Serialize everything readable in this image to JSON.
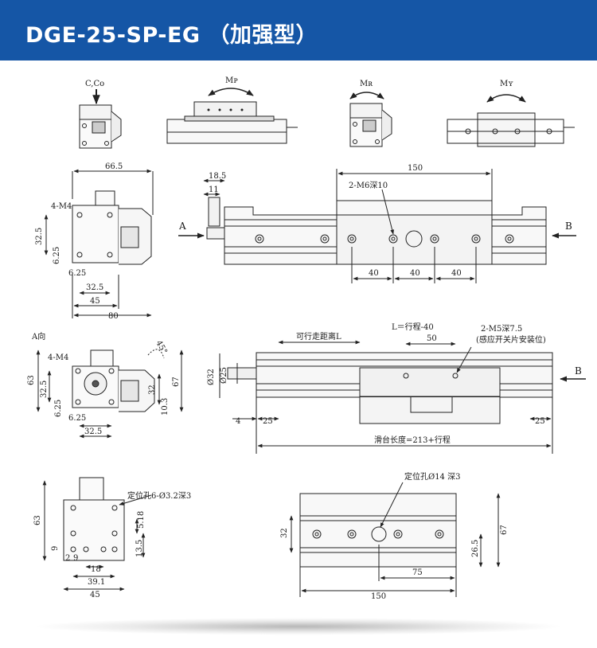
{
  "header": {
    "title": "DGE-25-SP-EG （加强型）",
    "bg_color": "#1556a6"
  },
  "icons": {
    "load_c": "C,Co",
    "mp": "Mᴘ",
    "mr": "Mʀ",
    "my": "Mʏ"
  },
  "front_view": {
    "w_66_5": "66.5",
    "hole_m4": "4-M4",
    "h_32_5": "32.5",
    "h_6_25": "6.25",
    "w_6_25": "6.25",
    "w_32_5": "32.5",
    "w_45": "45",
    "w_80": "80"
  },
  "top_view": {
    "w_18_5": "18.5",
    "w_11": "11",
    "w_150": "150",
    "holes": "2-M6深10",
    "arrow_a": "A",
    "arrow_b": "B",
    "pitch_1": "40",
    "pitch_2": "40",
    "pitch_3": "40"
  },
  "a_view": {
    "title": "A向",
    "angle": "45°",
    "hole_m4": "4-M4",
    "h_63": "63",
    "h_32_5": "32.5",
    "h_6_25": "6.25",
    "w_6_25": "6.25",
    "w_32_5": "32.5",
    "rail_32": "32",
    "rail_67": "67",
    "rail_10_3": "10.3"
  },
  "side_view": {
    "label_travel": "可行走距离L",
    "label_stroke": "L＝行程-40",
    "w_50": "50",
    "holes_m5": "2-M5深7.5",
    "holes_note": "(感应开关片安装位)",
    "dia_32": "Ø32",
    "dia_25": "Ø25",
    "arrow_b": "B",
    "w_4": "4",
    "w_25_left": "25",
    "w_25_right": "25",
    "total": "滑台长度=213+行程"
  },
  "bottom_left": {
    "pin_holes": "定位孔6-Ø3.2深3",
    "h_63": "63",
    "h_5_18": "5.18",
    "h_13_5": "13.5",
    "h_9": "9",
    "w_2": "2",
    "w_9": "9",
    "w_18": "18",
    "w_39_1": "39.1",
    "w_45": "45"
  },
  "bottom_right": {
    "pin_hole": "定位孔Ø14 深3",
    "h_32": "32",
    "h_67": "67",
    "h_26_5": "26.5",
    "w_75": "75",
    "w_150": "150"
  }
}
